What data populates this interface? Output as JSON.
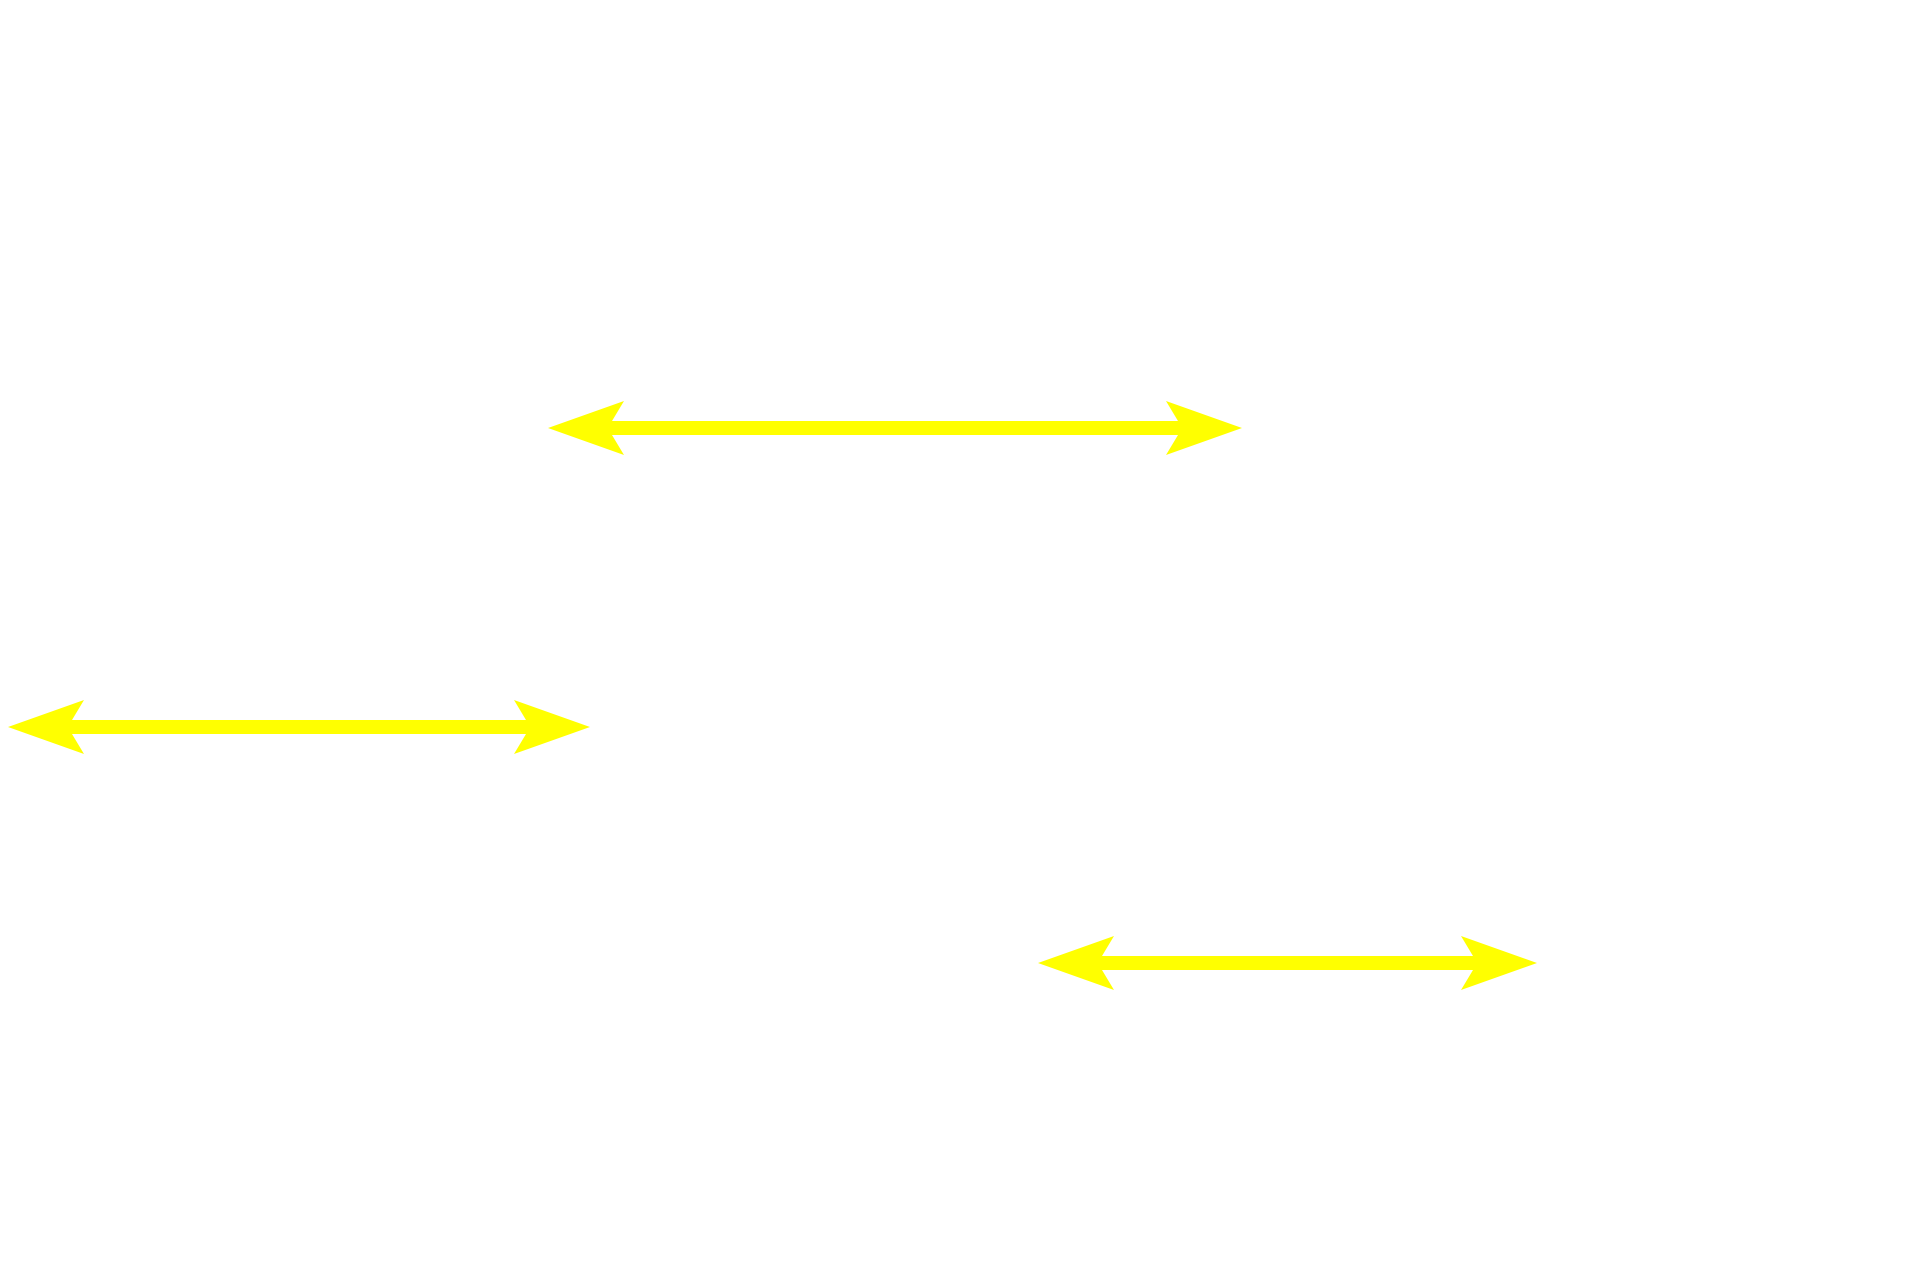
{
  "background": "#ffffff",
  "arrow_color": "#ffff00",
  "arrows": [
    {
      "kind": "double-headed-arrow",
      "direction": "horizontal"
    },
    {
      "kind": "double-headed-arrow",
      "direction": "horizontal"
    },
    {
      "kind": "double-headed-arrow",
      "direction": "horizontal"
    }
  ]
}
